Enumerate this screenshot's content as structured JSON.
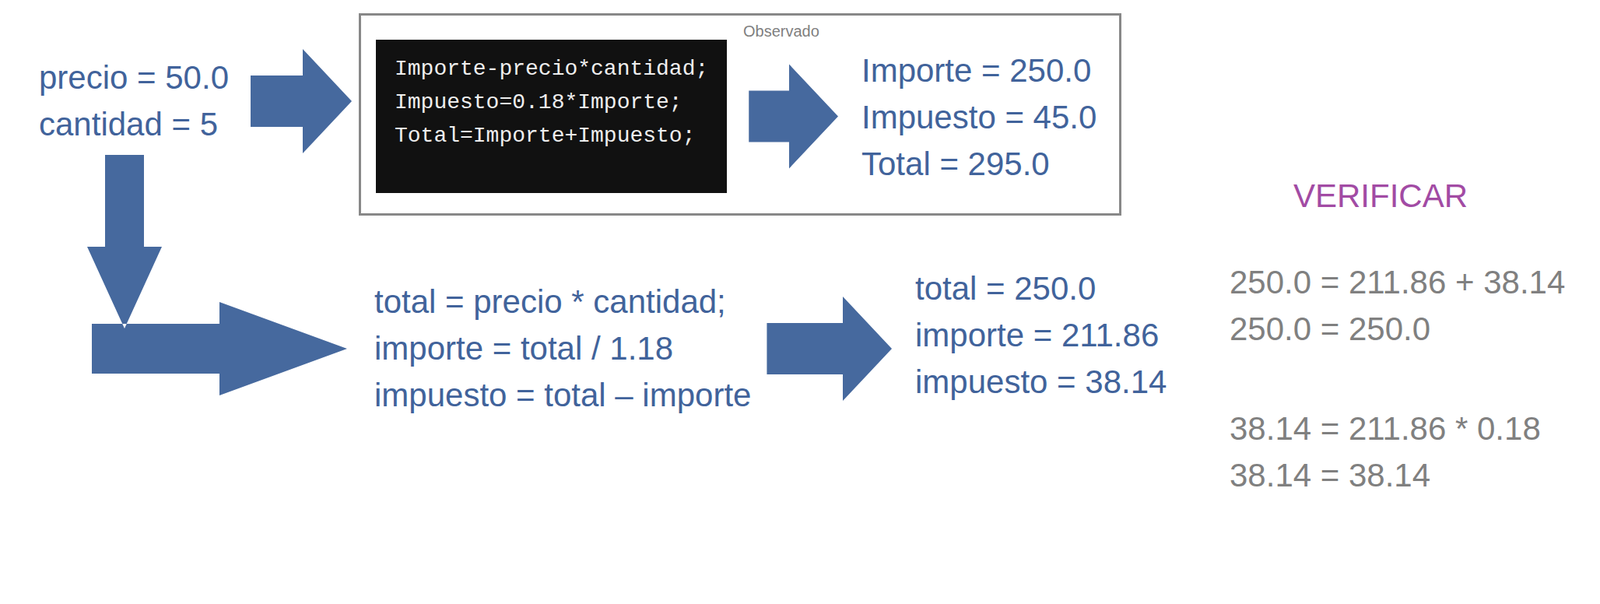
{
  "diagram": {
    "nodes": [
      {
        "text": [
          "precio = 50.0",
          "cantidad = 5"
        ]
      },
      {
        "text": [
          "Observado"
        ]
      },
      {
        "text": [
          "Importe-precio*cantidad;",
          "Impuesto=0.18*Importe;",
          "Total=Importe+Impuesto;"
        ],
        "in": 1
      },
      {
        "text": [
          "Importe = 250.0",
          "Impuesto = 45.0",
          "Total = 295.0"
        ],
        "in": 1
      },
      {
        "text": [
          "total = precio * cantidad;",
          "importe = total / 1.18",
          "impuesto = total – importe"
        ]
      },
      {
        "text": [
          "total = 250.0",
          "importe = 211.86",
          "impuesto = 38.14"
        ]
      }
    ],
    "edges": [
      {
        "from": 0,
        "to": 1,
        "arrow": "to"
      },
      {
        "from": 2,
        "to": 3,
        "arrow": "to"
      },
      {
        "from": 0,
        "to": 4,
        "arrow": "to"
      },
      {
        "from": 4,
        "to": 5,
        "arrow": "to"
      }
    ],
    "labels": [
      "VERIFICAR",
      "250.0 = 211.86 + 38.14",
      "250.0 = 250.0",
      "38.14 = 211.86 * 0.18",
      "38.14 = 38.14"
    ]
  }
}
